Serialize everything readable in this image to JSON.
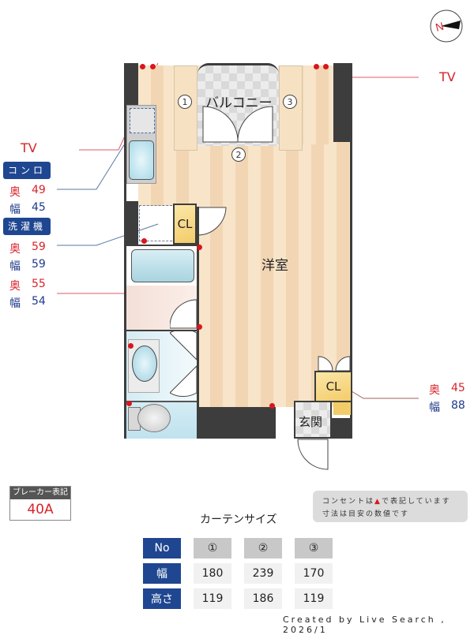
{
  "compass": {
    "label": "N",
    "icon": "compass-north-icon"
  },
  "callouts": {
    "tv_left": "TV",
    "tv_right": "TV",
    "stove": {
      "tag": "コンロ",
      "depth_label": "奥",
      "depth": "49",
      "width_label": "幅",
      "width": "45"
    },
    "washer": {
      "tag": "洗濯機",
      "depth_label": "奥",
      "depth": "59",
      "width_label": "幅",
      "width": "59"
    },
    "closet_small": {
      "depth_label": "奥",
      "depth": "55",
      "width_label": "幅",
      "width": "54"
    },
    "closet_entry": {
      "depth_label": "奥",
      "depth": "45",
      "width_label": "幅",
      "width": "88"
    }
  },
  "rooms": {
    "balcony": "バルコニー",
    "western_room": "洋室",
    "closet_1": "CL",
    "closet_2": "CL",
    "entrance": "玄関"
  },
  "window_markers": [
    "1",
    "2",
    "3"
  ],
  "breaker": {
    "title": "ブレーカー表記",
    "value": "40A"
  },
  "notes": {
    "line1_pre": "コンセントは",
    "line1_post": "で表記しています",
    "line2": "寸法は目安の数値です"
  },
  "curtain": {
    "title": "カーテンサイズ",
    "headers": [
      "No",
      "①",
      "②",
      "③"
    ],
    "rows": [
      {
        "label": "幅",
        "values": [
          "180",
          "239",
          "170"
        ]
      },
      {
        "label": "高さ",
        "values": [
          "119",
          "186",
          "119"
        ]
      }
    ]
  },
  "footer": "Created by Live Search , 2026/1",
  "colors": {
    "accent_blue": "#1f4690",
    "red": "#d8232a",
    "wall": "#3d3d3d"
  }
}
